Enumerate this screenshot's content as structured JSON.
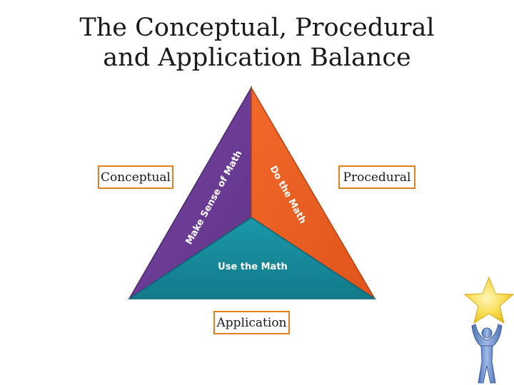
{
  "title": {
    "line1": "The Conceptual, Procedural",
    "line2": "and Application Balance"
  },
  "triangle": {
    "left_face_text": "Make Sense of Math",
    "right_face_text": "Do the Math",
    "bottom_face_text": "Use the Math",
    "colors": {
      "left": "#6e3f97",
      "right": "#ee6124",
      "bottom": "#168a9b"
    }
  },
  "labels": {
    "conceptual": "Conceptual",
    "procedural": "Procedural",
    "application": "Application"
  },
  "decoration": {
    "star_color": "#f7d64a",
    "figure_color": "#6a8fc9",
    "icon": "star-figure-icon"
  }
}
